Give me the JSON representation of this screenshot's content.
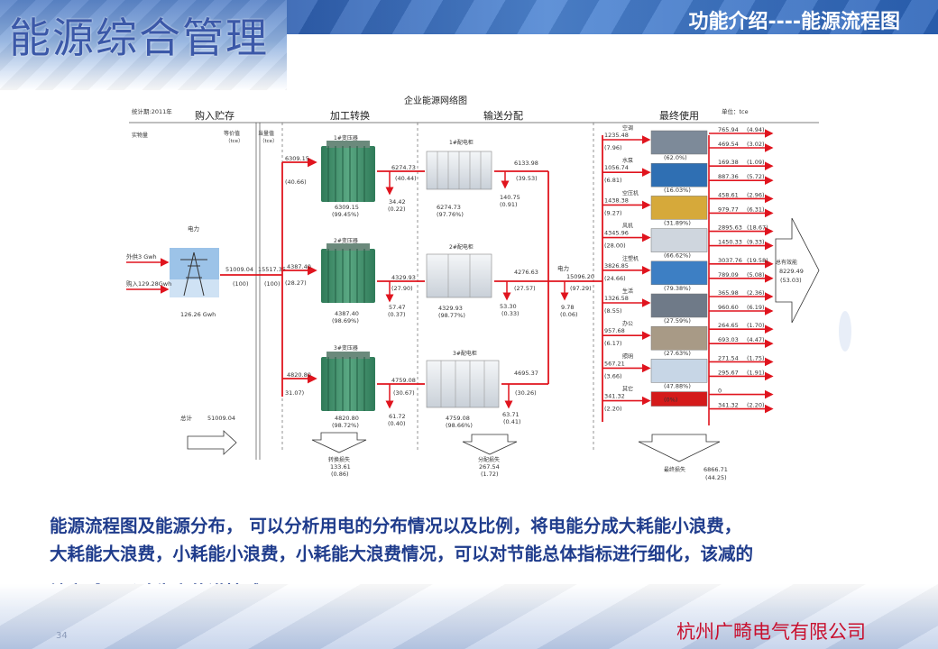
{
  "header": {
    "logo_title": "能源综合管理",
    "slide_title": "功能介绍----能源流程图"
  },
  "diagram": {
    "title": "企业能源网络图",
    "period": "统计期:2011年",
    "unit": "单位：tce",
    "sections": [
      "购入贮存",
      "加工转换",
      "输送分配",
      "最终使用"
    ],
    "col_headers": {
      "item": "实物量",
      "equiv": "等价值",
      "equiv_unit": "（tce）",
      "measure": "当量值",
      "measure_unit": "（tce）"
    },
    "source": {
      "label": "电力",
      "import1": "外供3 Gwh",
      "import2": "购入129.28Gwh",
      "total_gwh": "126.26 Gwh",
      "v1": "51009.04",
      "v1p": "(100)",
      "v2": "15517.35",
      "v2p": "(100)",
      "total_label": "总计",
      "total_value": "51009.04"
    },
    "transformers": [
      {
        "name": "1#变压器",
        "in": "6309.15",
        "in_p": "(40.66)",
        "out": "6274.73",
        "out_p": "(40.44)",
        "sub": "6309.15",
        "sub_p": "(99.45%)",
        "loss": "34.42",
        "loss_p": "(0.22)"
      },
      {
        "name": "2#变压器",
        "in": "4387.40",
        "in_p": "(28.27)",
        "out": "4329.93",
        "out_p": "(27.90)",
        "sub": "4387.40",
        "sub_p": "(98.69%)",
        "loss": "57.47",
        "loss_p": "(0.37)"
      },
      {
        "name": "3#变压器",
        "in": "4820.80",
        "in_p": "31.07)",
        "out": "4759.08",
        "out_p": "(30.67)",
        "sub": "4820.80",
        "sub_p": "(98.72%)",
        "loss": "61.72",
        "loss_p": "(0.40)"
      }
    ],
    "transform_loss": {
      "label": "转换损失",
      "value": "133.61",
      "pct": "(0.86)"
    },
    "cabinets": [
      {
        "name": "1#配电柜",
        "out": "6133.98",
        "out_p": "(39.53)",
        "sub": "6274.73",
        "sub_p": "(97.76%)",
        "loss": "140.75",
        "loss_p": "(0.91)"
      },
      {
        "name": "2#配电柜",
        "out": "4276.63",
        "out_p": "(27.57)",
        "sub": "4329.93",
        "sub_p": "(98.77%)",
        "loss": "53.30",
        "loss_p": "(0.33)"
      },
      {
        "name": "3#配电柜",
        "out": "4695.37",
        "out_p": "(30.26)",
        "sub": "4759.08",
        "sub_p": "(98.66%)",
        "loss": "63.71",
        "loss_p": "(0.41)"
      }
    ],
    "distribution_loss": {
      "label": "分配损失",
      "value": "267.54",
      "pct": "(1.72)"
    },
    "power": {
      "label": "电力",
      "value": "15096.20",
      "pct": "(97.29)",
      "loss": "9.78",
      "loss_p": "(0.06)"
    },
    "end_uses": [
      {
        "name": "空调",
        "in": "1235.48",
        "in_p": "(7.96)",
        "eff": "(62.0%)",
        "useful": "765.94",
        "useful_p": "(4.94)",
        "waste": "469.54",
        "waste_p": "(3.02)"
      },
      {
        "name": "水泵",
        "in": "1056.74",
        "in_p": "(6.81)",
        "eff": "(16.03%)",
        "useful": "169.38",
        "useful_p": "(1.09)",
        "waste": "887.36",
        "waste_p": "(5.72)"
      },
      {
        "name": "空压机",
        "in": "1438.38",
        "in_p": "(9.27)",
        "eff": "(31.89%)",
        "useful": "458.61",
        "useful_p": "(2.96)",
        "waste": "979.77",
        "waste_p": "(6.31)"
      },
      {
        "name": "风机",
        "in": "4345.96",
        "in_p": "(28.00)",
        "eff": "(66.62%)",
        "useful": "2895.63",
        "useful_p": "(18.67)",
        "waste": "1450.33",
        "waste_p": "(9.33)"
      },
      {
        "name": "注塑机",
        "in": "3826.85",
        "in_p": "(24.66)",
        "eff": "(79.38%)",
        "useful": "3037.76",
        "useful_p": "(19.58)",
        "waste": "789.09",
        "waste_p": "(5.08)"
      },
      {
        "name": "生活",
        "in": "1326.58",
        "in_p": "(8.55)",
        "eff": "(27.59%)",
        "useful": "365.98",
        "useful_p": "(2.36)",
        "waste": "960.60",
        "waste_p": "(6.19)"
      },
      {
        "name": "办公",
        "in": "957.68",
        "in_p": "(6.17)",
        "eff": "(27.63%)",
        "useful": "264.65",
        "useful_p": "(1.70)",
        "waste": "693.03",
        "waste_p": "(4.47)"
      },
      {
        "name": "照明",
        "in": "567.21",
        "in_p": "(3.66)",
        "eff": "(47.88%)",
        "useful": "271.54",
        "useful_p": "(1.75)",
        "waste": "295.67",
        "waste_p": "(1.91)"
      },
      {
        "name": "其它",
        "in": "341.32",
        "in_p": "(2.20)",
        "eff": "(0%)",
        "useful": "0",
        "useful_p": "",
        "waste": "341.32",
        "waste_p": "(2.20)"
      }
    ],
    "total_effective": {
      "label": "总有效能",
      "value": "8229.49",
      "pct": "(53.03)"
    },
    "final_loss": {
      "label": "最终损失",
      "value": "6866.71",
      "pct": "(44.25)"
    }
  },
  "description": {
    "line1": "能源流程图及能源分布， 可以分析用电的分布情况以及比例，将电能分成大耗能小浪费，",
    "line2": "大耗能大浪费，小耗能小浪费，小耗能大浪费情况，可以对节能总体指标进行细化，该减的",
    "line3": "地方减，影响生产的谨慎减"
  },
  "footer": {
    "page_number": "34",
    "company": "杭州广畸电气有限公司"
  },
  "colors": {
    "flow": "#e0141e",
    "title_blue": "#1f3c8c",
    "transformer": "#3f8f6a",
    "company_red": "#c8102e"
  }
}
